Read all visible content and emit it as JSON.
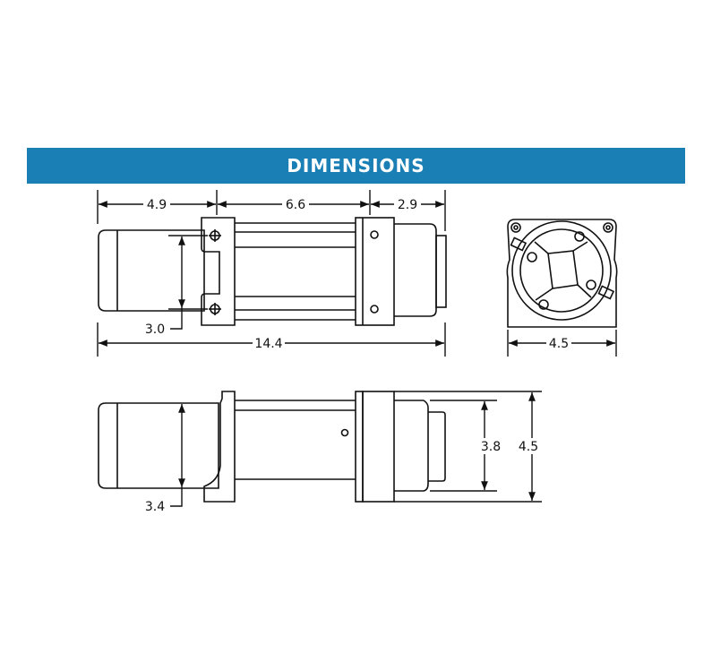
{
  "banner": {
    "title": "DIMENSIONS",
    "color": "#1a7fb4"
  },
  "top_view": {
    "dim_motor": "4.9",
    "dim_drum": "6.6",
    "dim_gearbox": "2.9",
    "dim_bolt_spacing": "3.0",
    "dim_overall_length": "14.4"
  },
  "end_view": {
    "dim_width": "4.5"
  },
  "side_view": {
    "dim_motor_height": "3.4",
    "dim_gear_inner": "3.8",
    "dim_gear_height": "4.5"
  }
}
